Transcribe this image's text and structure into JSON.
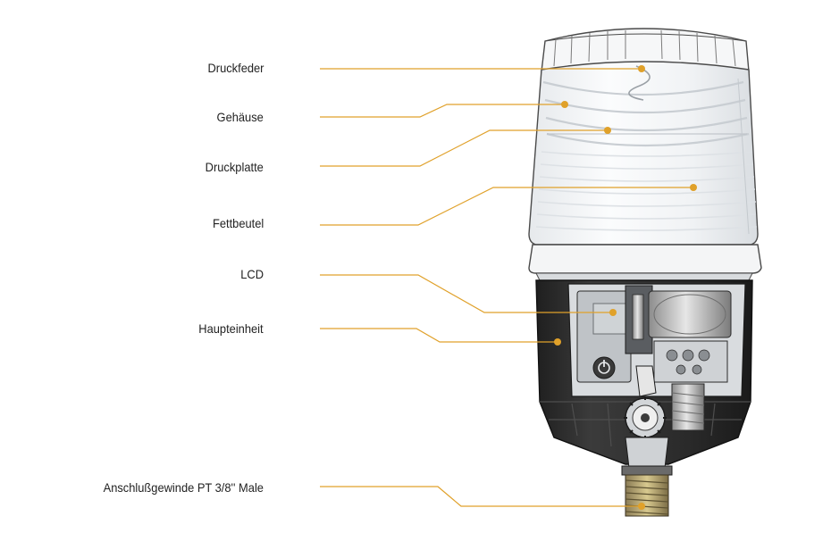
{
  "labels": {
    "druckfeder": "Druckfeder",
    "gehaeuse": "Gehäuse",
    "druckplatte": "Druckplatte",
    "fettbeutel": "Fettbeutel",
    "lcd": "LCD",
    "haupteinheit": "Haupteinheit",
    "anschluss": "Anschlußgewinde PT 3/8'' Male"
  },
  "colors": {
    "leader": "#e0a12a",
    "body_dark": "#2e2e2e",
    "housing": "#f2f4f6",
    "outline": "#3a3a3a"
  },
  "icons": {
    "power": "power-icon"
  }
}
